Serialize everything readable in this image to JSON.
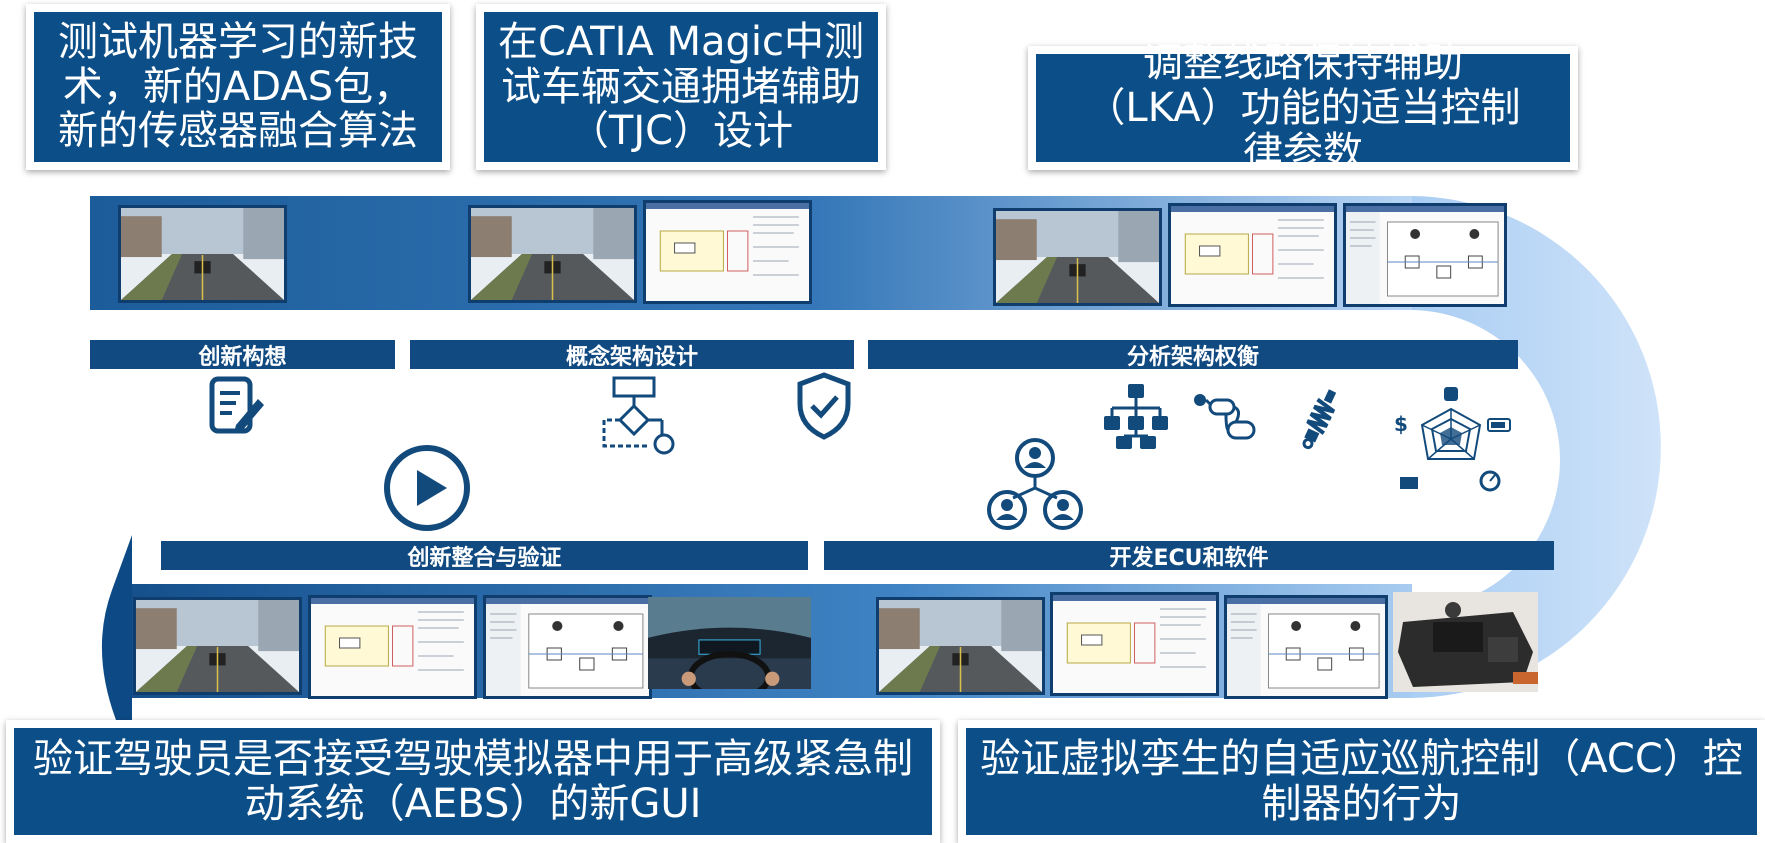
{
  "callouts": {
    "top_left": "测试机器学习的新技术，新的ADAS包，新的传感器融合算法",
    "top_middle": "在CATIA Magic中测试车辆交通拥堵辅助（TJC）设计",
    "top_right": "调整线路保持辅助（LKA）功能的适当控制律参数",
    "bottom_left": "验证驾驶员是否接受驾驶模拟器中用于高级紧急制动系统（AEBS）的新GUI",
    "bottom_right": "验证虚拟孪生的自适应巡航控制（ACC）控制器的行为"
  },
  "stages": {
    "ideation": "创新构想",
    "concept": "概念架构设计",
    "tradeoff": "分析架构权衡",
    "integration": "创新整合与验证",
    "ecu": "开发ECU和软件"
  },
  "icons": [
    "document-edit-icon",
    "flowchart-icon",
    "shield-check-icon",
    "play-icon",
    "hierarchy-icon",
    "state-machine-icon",
    "shock-absorber-icon",
    "radar-chart-icon",
    "team-network-icon"
  ],
  "colors": {
    "brand": "#0c4e87",
    "stage_bar": "#114a80",
    "band_light": "#b9d6f5"
  }
}
